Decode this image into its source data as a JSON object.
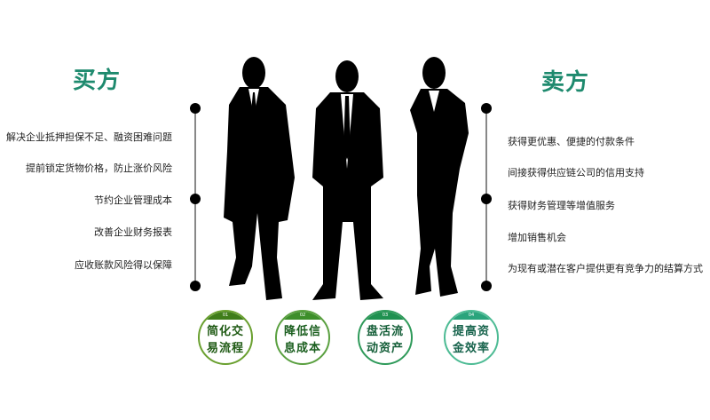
{
  "buyer": {
    "title": "买方",
    "items": [
      "解决企业抵押担保不足、融资困难问题",
      "提前锁定货物价格，防止涨价风险",
      "节约企业管理成本",
      "改善企业财务报表",
      "应收账款风险得以保障"
    ]
  },
  "seller": {
    "title": "卖方",
    "items": [
      "获得更优惠、便捷的付款条件",
      "间接获得供应链公司的信用支持",
      "获得财务管理等增值服务",
      "增加销售机会",
      "为现有或潜在客户提供更有竞争力的结算方式"
    ]
  },
  "benefits": [
    {
      "num": "01",
      "line1": "简化交",
      "line2": "易流程",
      "color": "#4a8a1e"
    },
    {
      "num": "02",
      "line1": "降低信",
      "line2": "息成本",
      "color": "#3d8f2a"
    },
    {
      "num": "03",
      "line1": "盘活流",
      "line2": "动资产",
      "color": "#1f9150"
    },
    {
      "num": "04",
      "line1": "提高资",
      "line2": "金效率",
      "color": "#2aa47c"
    }
  ]
}
